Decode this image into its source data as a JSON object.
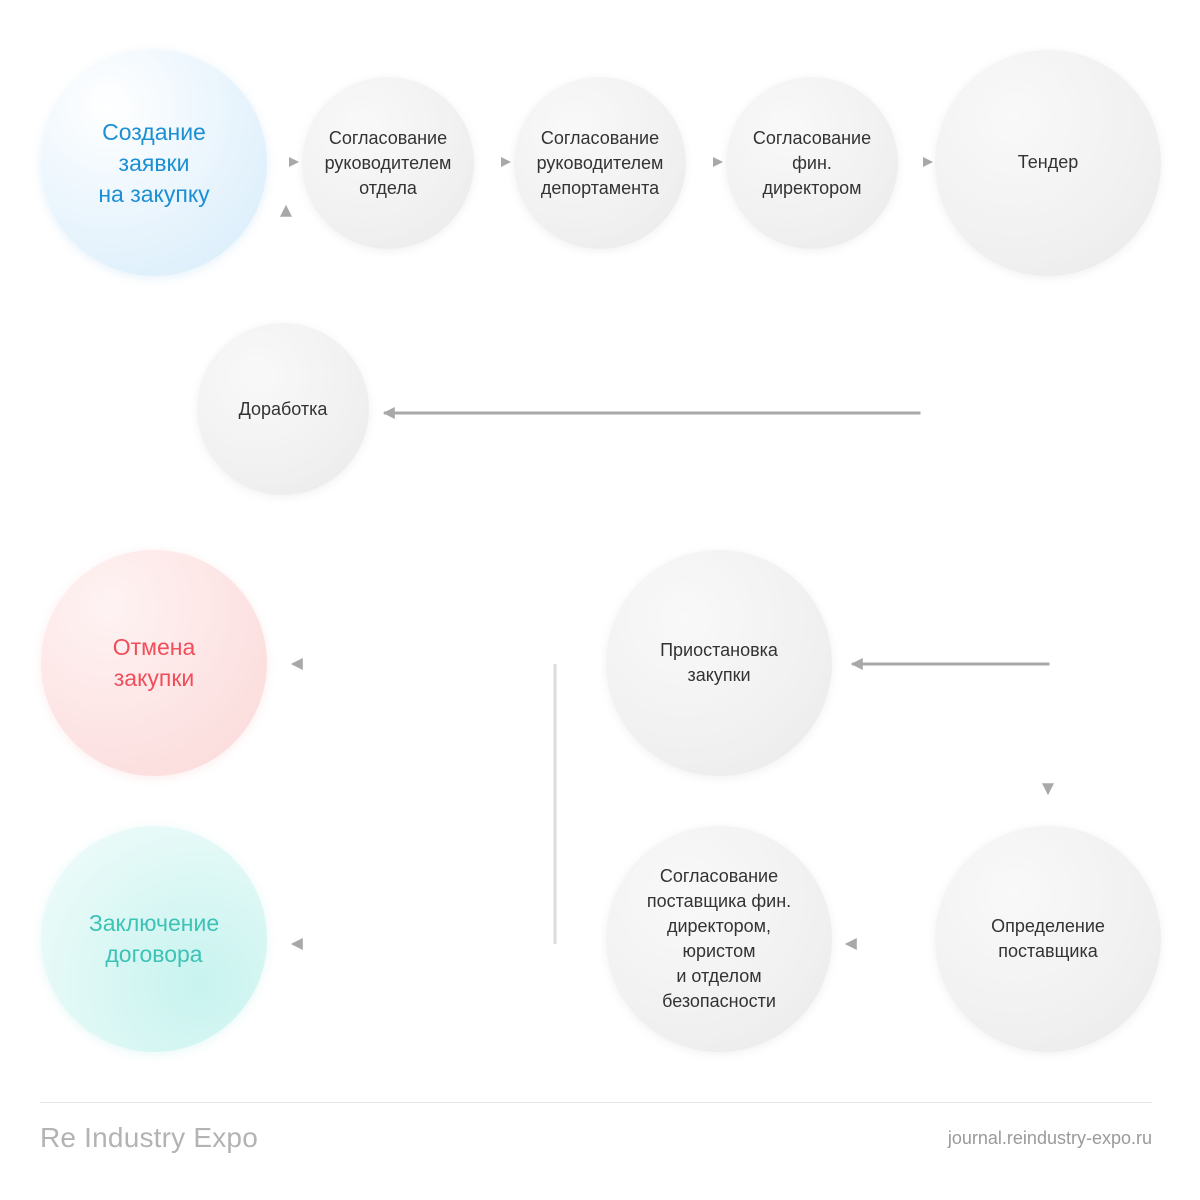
{
  "nodes": {
    "create": "Создание\nзаявки\nна закупку",
    "approve_dept_head": "Согласование\nруководителем\nотдела",
    "approve_department": "Согласование\nруководителем\nдепортамента",
    "approve_fin_director": "Согласование\nфин.\nдиректором",
    "tender": "Тендер",
    "rework": "Доработка",
    "cancel": "Отмена\nзакупки",
    "suspend": "Приостановка\nзакупки",
    "contract": "Заключение\nдоговора",
    "supplier_approval": "Согласование\nпоставщика фин.\nдиректором,\nюристом\nи отделом\nбезопасности",
    "supplier_selection": "Определение\nпоставщика"
  },
  "colors": {
    "accent_blue": "#1b8fd3",
    "accent_red": "#f04e5a",
    "accent_green": "#3cc3b5",
    "arrow": "#a8a8a8",
    "node_text": "#333333"
  },
  "footer": {
    "brand": "Re Industry Expo",
    "site": "journal.reindustry-expo.ru"
  }
}
